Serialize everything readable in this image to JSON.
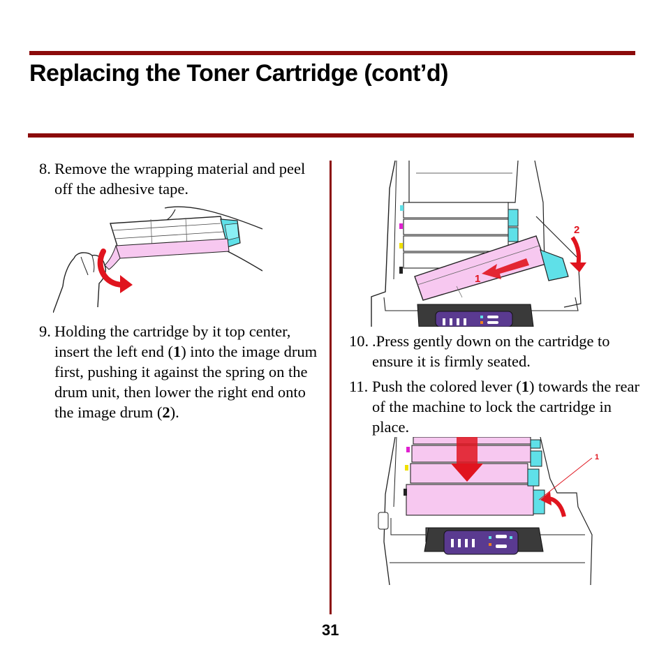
{
  "page": {
    "title": "Replacing the Toner Cartridge (cont’d)",
    "page_number": "31"
  },
  "steps": [
    {
      "number": "8.",
      "parts": [
        "Remove the wrapping material and peel off the adhesive tape."
      ]
    },
    {
      "number": "9.",
      "parts": [
        "Holding the cartridge by it top center, insert the left end (",
        "1",
        ") into the image drum first, pushing it against the spring on the drum unit, then lower the right end onto the image drum (",
        "2",
        ")."
      ]
    },
    {
      "number": "10.",
      "parts": [
        ".Press gently down on the cartridge to ensure it is firmly seated."
      ]
    },
    {
      "number": "11.",
      "parts": [
        "Push the colored lever (",
        "1",
        ") towards the rear of the machine to lock the cartridge in place."
      ]
    }
  ],
  "callouts": {
    "insert_step_1": "1",
    "insert_step_2": "2",
    "lever": "1"
  },
  "colors": {
    "rule": "#8b0a0a",
    "callout_red": "#e0141e",
    "toner_pink": "#f7c8f0",
    "cyan": "#5fe0e8",
    "magenta": "#e020d0",
    "yellow": "#f0e000",
    "panel_purple": "#5a3a90"
  },
  "icons": [
    "wrap-removal-illustration",
    "cartridge-insert-illustration",
    "lever-lock-illustration"
  ]
}
